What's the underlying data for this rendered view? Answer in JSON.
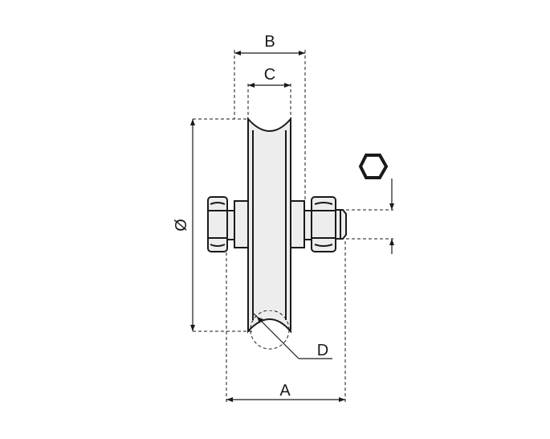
{
  "labels": {
    "dim_a": "A",
    "dim_b": "B",
    "dim_c": "C",
    "dim_d": "D",
    "diameter": "Ø"
  },
  "colors": {
    "line": "#1a1a1a",
    "fill": "#ededed",
    "background": "#ffffff"
  },
  "icons": {
    "nut_symbol": "hexagon-nut-icon"
  }
}
